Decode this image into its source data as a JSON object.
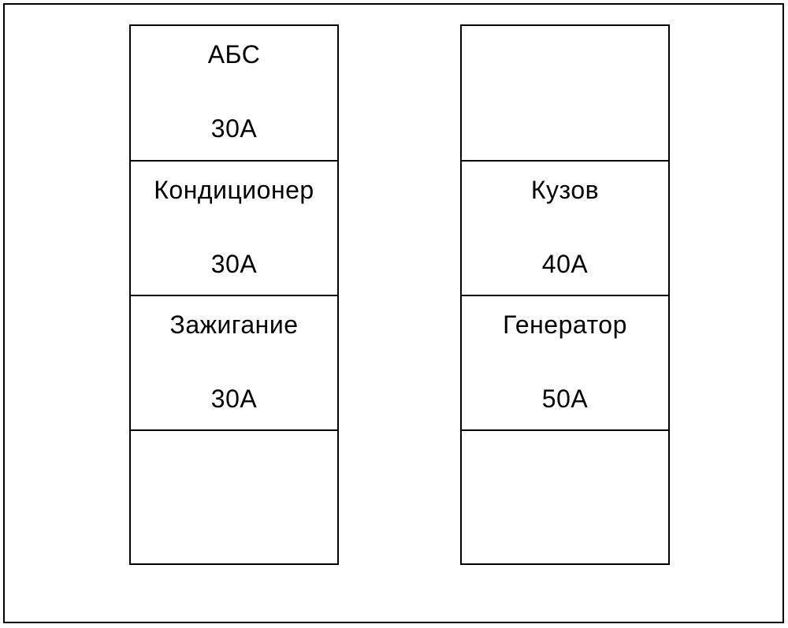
{
  "fuse_box": {
    "left_column": [
      {
        "label": "АБС",
        "rating": "30А"
      },
      {
        "label": "Кондиционер",
        "rating": "30А"
      },
      {
        "label": "Зажигание",
        "rating": "30А"
      },
      {
        "label": "",
        "rating": ""
      }
    ],
    "right_column": [
      {
        "label": "",
        "rating": ""
      },
      {
        "label": "Кузов",
        "rating": "40А"
      },
      {
        "label": "Генератор",
        "rating": "50А"
      },
      {
        "label": "",
        "rating": ""
      }
    ]
  }
}
